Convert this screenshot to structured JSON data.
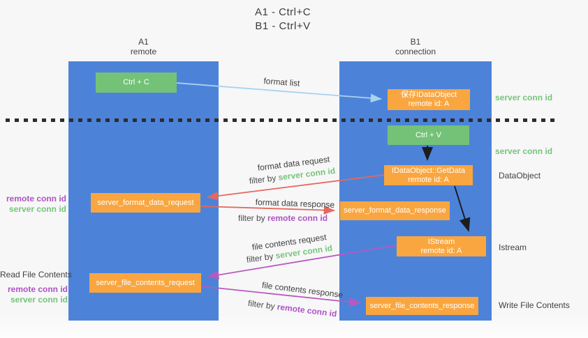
{
  "title": {
    "line1": "A1 - Ctrl+C",
    "line2": "B1 - Ctrl+V"
  },
  "lifelines": {
    "left": {
      "id": "A1",
      "role": "remote"
    },
    "right": {
      "id": "B1",
      "role": "connection"
    }
  },
  "nodes": {
    "ctrl_c": {
      "label": "Ctrl + C"
    },
    "ctrl_v": {
      "label": "Ctrl + V"
    },
    "save_idataobject": {
      "line1": "保存IDataObject",
      "line2": "remote id: A"
    },
    "getdata": {
      "line1": "IDataObject::GetData",
      "line2": "remote id: A"
    },
    "istream": {
      "line1": "IStream",
      "line2": "remote id: A"
    },
    "format_request": {
      "label": "server_format_data_request"
    },
    "format_response": {
      "label": "server_format_data_response"
    },
    "file_request": {
      "label": "server_file_contents_request"
    },
    "file_response": {
      "label": "server_file_contents_response"
    }
  },
  "arrows": {
    "format_list": {
      "label": "format list"
    },
    "format_data_request": {
      "label": "format data request",
      "filter_prefix": "filter by",
      "filter_key": "server conn id"
    },
    "format_data_response": {
      "label": "format data response",
      "filter_prefix": "filter by",
      "filter_key": "remote conn id"
    },
    "file_contents_request": {
      "label": "file contents request",
      "filter_prefix": "filter by",
      "filter_key": "server conn id"
    },
    "file_contents_response": {
      "label": "file contents response",
      "filter_prefix": "filter by",
      "filter_key": "remote conn id"
    }
  },
  "side_labels": {
    "server_conn_top": "server conn id",
    "server_conn_mid": "server conn id",
    "dataobject": "DataObject",
    "istream": "Istream",
    "write_file_contents": "Write File Contents",
    "read_file_contents": "Read File Contents",
    "top_left": {
      "remote_conn": "remote conn id",
      "server_conn": "server conn id"
    },
    "bottom_left": {
      "remote_conn": "remote conn id",
      "server_conn": "server conn id"
    }
  },
  "colors": {
    "lifeline_blue": "#4c83d9",
    "action_green": "#74c277",
    "message_orange": "#f9a640",
    "arrow_red": "#e5685d",
    "arrow_purple": "#ba58c0",
    "arrow_lightblue": "#a8d2ee",
    "arrow_black": "#1d1d1d",
    "label_green": "#76c47a",
    "label_purple": "#ad53c4",
    "text_dark": "#3d3d3d"
  }
}
